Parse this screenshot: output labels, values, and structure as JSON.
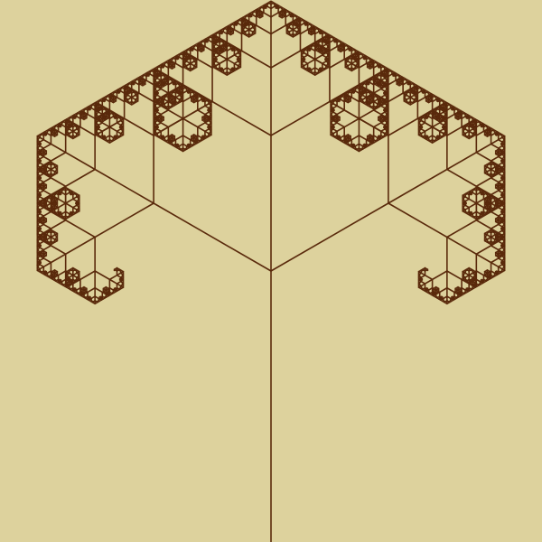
{
  "background_color": "#DDD29D",
  "branch_color": "#5A2A0C",
  "fractal": {
    "depth": 8,
    "branch_angle_deg": 60,
    "length_ratio": 0.5
  }
}
